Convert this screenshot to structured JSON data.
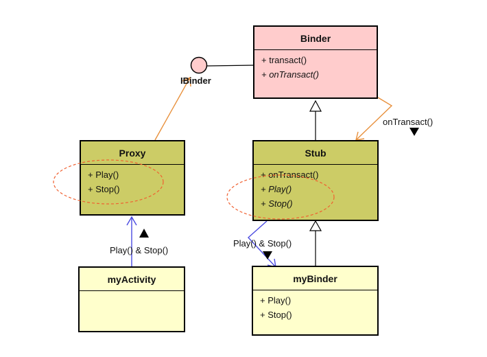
{
  "binder": {
    "title": "Binder",
    "methods": [
      "+ transact()",
      "+ onTransact()"
    ]
  },
  "stub": {
    "title": "Stub",
    "methods": [
      "+ onTransact()",
      "+ Play()",
      "+ Stop()"
    ]
  },
  "proxy": {
    "title": "Proxy",
    "methods": [
      "+ Play()",
      "+ Stop()"
    ]
  },
  "my_activity": {
    "title": "myActivity"
  },
  "my_binder": {
    "title": "myBinder",
    "methods": [
      "+ Play()",
      "+ Stop()"
    ]
  },
  "labels": {
    "ibinder": "IBinder",
    "on_transact_call": "onTransact()",
    "activity_call": "Play() & Stop()",
    "stub_call": "Play() & Stop()"
  },
  "colors": {
    "binder_fill": "#ffcccc",
    "class_fill": "#cccc66",
    "concrete_fill": "#ffffcc",
    "call_arrow": "#e8903c",
    "user_arrow": "#4a4ae0",
    "highlight_ellipse": "#f06030"
  }
}
